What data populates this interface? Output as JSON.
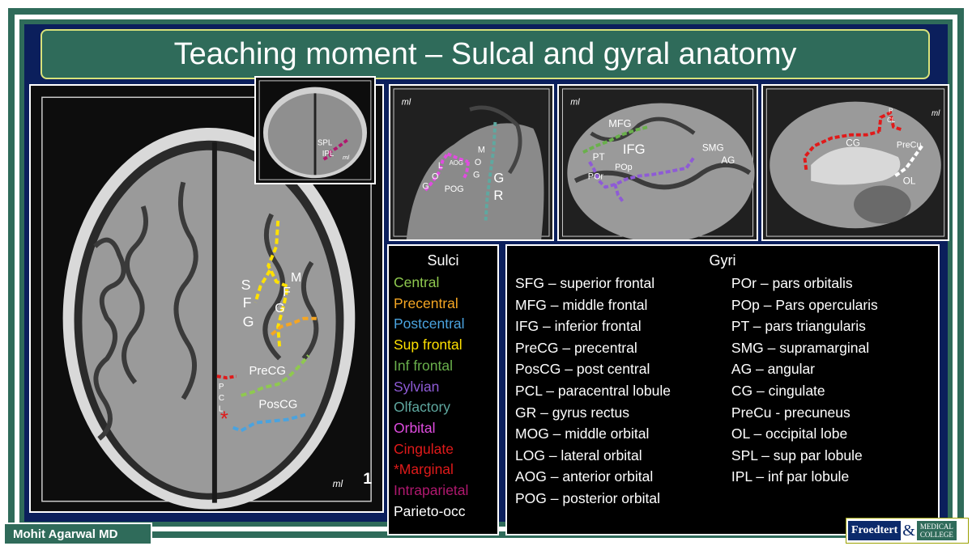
{
  "title": "Teaching moment – Sulcal and gyral anatomy",
  "panels": {
    "axial_main": {
      "labels": {
        "sfg_s": "S",
        "sfg_f": "F",
        "sfg_g": "G",
        "mfg_m": "M",
        "mfg_f": "F",
        "mfg_g": "G",
        "precg": "PreCG",
        "poscg": "PosCG",
        "pcl_p": "P",
        "pcl_c": "C",
        "pcl_l": "L",
        "marginal_star": "*",
        "signature": "ml",
        "slice_num": "1"
      }
    },
    "axial_inset": {
      "labels": {
        "spl": "SPL",
        "ipl": "IPL",
        "signature": "ml"
      }
    },
    "orbital": {
      "labels": {
        "aog": "AOG",
        "pog": "POG",
        "mog_m": "M",
        "mog_o": "O",
        "mog_g": "G",
        "log_l": "L",
        "log_o": "O",
        "log_g": "G",
        "gr_g": "G",
        "gr_r": "R",
        "signature": "ml"
      }
    },
    "sagittal_lateral": {
      "labels": {
        "mfg": "MFG",
        "ifg": "IFG",
        "pt": "PT",
        "pop": "POp",
        "por": "POr",
        "smg": "SMG",
        "ag": "AG",
        "signature": "ml"
      }
    },
    "sagittal_medial": {
      "labels": {
        "pcl_p": "P",
        "pcl_cl": "CL",
        "cg": "CG",
        "precu": "PreCu",
        "ol": "OL",
        "signature": "ml"
      }
    }
  },
  "sulci": {
    "header": "Sulci",
    "items": [
      {
        "label": "Central",
        "color": "#8fc94f"
      },
      {
        "label": "Precentral",
        "color": "#f5a623"
      },
      {
        "label": "Postcentral",
        "color": "#4aa3df"
      },
      {
        "label": "Sup frontal",
        "color": "#ffe100"
      },
      {
        "label": "Inf frontal",
        "color": "#6ab04c"
      },
      {
        "label": "Sylvian",
        "color": "#8e5bd6"
      },
      {
        "label": "Olfactory",
        "color": "#5fa8a0"
      },
      {
        "label": "Orbital",
        "color": "#e04ce0"
      },
      {
        "label": "Cingulate",
        "color": "#e01a1a"
      },
      {
        "label": "*Marginal",
        "color": "#e01a1a"
      },
      {
        "label": "Intraparietal",
        "color": "#b0186f"
      },
      {
        "label": "Parieto-occ",
        "color": "#ffffff"
      }
    ]
  },
  "gyri": {
    "header": "Gyri",
    "col1": [
      "SFG – superior frontal",
      "MFG – middle frontal",
      "IFG – inferior frontal",
      "PreCG – precentral",
      "PosCG – post central",
      "PCL – paracentral lobule",
      "GR – gyrus rectus",
      "MOG – middle orbital",
      "LOG – lateral orbital",
      "AOG – anterior orbital",
      "POG – posterior orbital"
    ],
    "col2": [
      "POr – pars orbitalis",
      "POp – Pars opercularis",
      "PT – pars triangularis",
      "SMG – supramarginal",
      "AG – angular",
      "CG – cingulate",
      "PreCu - precuneus",
      "OL – occipital lobe",
      "SPL – sup par lobule",
      "IPL – inf par lobule"
    ]
  },
  "footer": {
    "author": "Mohit Agarwal MD",
    "logo_left": "Froedtert",
    "logo_amp": "&",
    "logo_right_1": "MEDICAL",
    "logo_right_2": "COLLEGE"
  }
}
